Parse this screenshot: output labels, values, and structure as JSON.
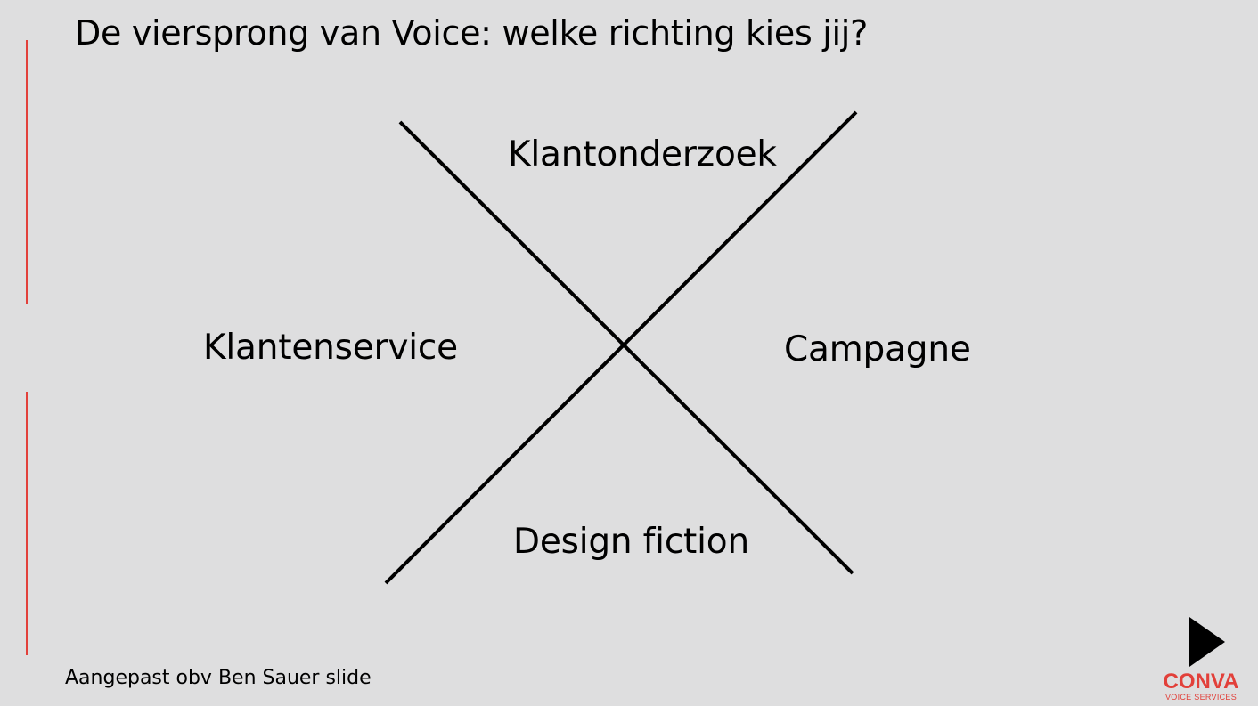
{
  "slide": {
    "title": "De viersprong van Voice: welke richting kies jij?",
    "footnote": "Aangepast obv Ben Sauer slide"
  },
  "diagram": {
    "quadrants": {
      "top": "Klantonderzoek",
      "left": "Klantenservice",
      "right": "Campagne",
      "bottom": "Design fiction"
    }
  },
  "logo": {
    "icon": "play-icon",
    "brand": "CONVA",
    "tagline": "VOICE SERVICES"
  },
  "colors": {
    "background": "#dededf",
    "accent": "#e2403a",
    "text": "#000000"
  }
}
